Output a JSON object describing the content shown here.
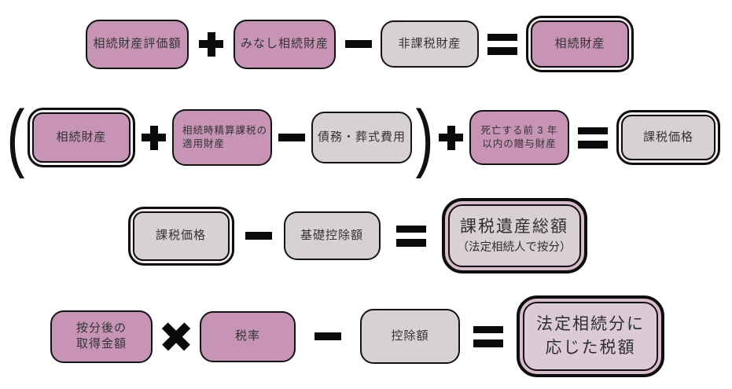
{
  "diagram_title": "inheritance-tax-calculation-flow",
  "colors": {
    "box_pink": "#c794b6",
    "box_light": "#d8d1d3",
    "double_gap_white": "#f4edf0",
    "double_gap_pink": "#d7bccb",
    "big_box3_fill": "#d9d0d4",
    "big_box4_fill": "#dccbd6",
    "border": "#0d0d0d",
    "text": "#333333",
    "background": "#ffffff"
  },
  "rows": [
    {
      "items": [
        {
          "kind": "box",
          "label": "相続財産評価額"
        },
        {
          "kind": "op",
          "op": "+"
        },
        {
          "kind": "box",
          "label": "みなし相続財産"
        },
        {
          "kind": "op",
          "op": "−"
        },
        {
          "kind": "box",
          "label": "非課税財産"
        },
        {
          "kind": "op",
          "op": "="
        },
        {
          "kind": "box",
          "label": "相続財産"
        }
      ]
    },
    {
      "items": [
        {
          "kind": "paren",
          "label": "("
        },
        {
          "kind": "box",
          "label": "相続財産"
        },
        {
          "kind": "op",
          "op": "+"
        },
        {
          "kind": "box",
          "line1": "相続時精算課税の",
          "line2": "適用財産"
        },
        {
          "kind": "op",
          "op": "−"
        },
        {
          "kind": "box",
          "label": "債務・葬式費用"
        },
        {
          "kind": "paren",
          "label": ")"
        },
        {
          "kind": "op",
          "op": "+"
        },
        {
          "kind": "box",
          "line1": "死亡する前 3 年",
          "line2": "以内の贈与財産"
        },
        {
          "kind": "op",
          "op": "="
        },
        {
          "kind": "box",
          "label": "課税価格"
        }
      ]
    },
    {
      "items": [
        {
          "kind": "box",
          "label": "課税価格"
        },
        {
          "kind": "op",
          "op": "−"
        },
        {
          "kind": "box",
          "label": "基礎控除額"
        },
        {
          "kind": "op",
          "op": "="
        },
        {
          "kind": "bigbox",
          "title": "課税遺産総額",
          "subtitle": "（法定相続人で按分）"
        }
      ]
    },
    {
      "items": [
        {
          "kind": "box",
          "line1": "按分後の",
          "line2": "取得金額"
        },
        {
          "kind": "op",
          "op": "×"
        },
        {
          "kind": "box",
          "label": "税率"
        },
        {
          "kind": "op",
          "op": "−"
        },
        {
          "kind": "box",
          "label": "控除額"
        },
        {
          "kind": "op",
          "op": "="
        },
        {
          "kind": "bigbox",
          "line1": "法定相続分に",
          "line2": "応じた税額"
        }
      ]
    }
  ]
}
